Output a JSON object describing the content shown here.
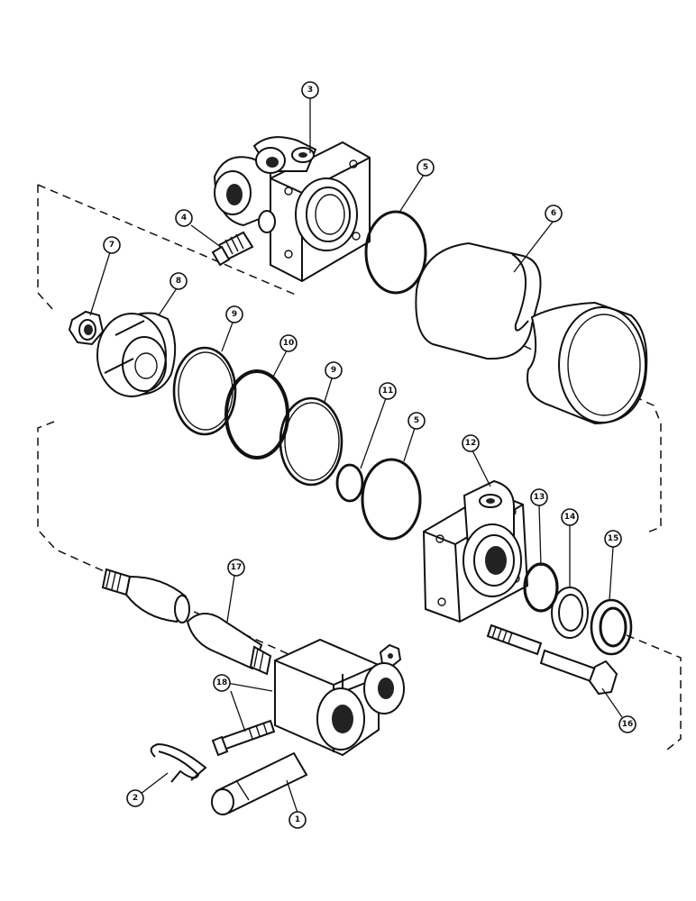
{
  "callouts": [
    {
      "id": "c1",
      "label": "1"
    },
    {
      "id": "c2",
      "label": "2"
    },
    {
      "id": "c3",
      "label": "3"
    },
    {
      "id": "c4",
      "label": "4"
    },
    {
      "id": "c5a",
      "label": "5"
    },
    {
      "id": "c5b",
      "label": "5"
    },
    {
      "id": "c6",
      "label": "6"
    },
    {
      "id": "c7",
      "label": "7"
    },
    {
      "id": "c8",
      "label": "8"
    },
    {
      "id": "c9a",
      "label": "9"
    },
    {
      "id": "c9b",
      "label": "9"
    },
    {
      "id": "c10",
      "label": "10"
    },
    {
      "id": "c11",
      "label": "11"
    },
    {
      "id": "c12",
      "label": "12"
    },
    {
      "id": "c13",
      "label": "13"
    },
    {
      "id": "c14",
      "label": "14"
    },
    {
      "id": "c15",
      "label": "15"
    },
    {
      "id": "c16",
      "label": "16"
    },
    {
      "id": "c17",
      "label": "17"
    },
    {
      "id": "c18",
      "label": "18"
    }
  ]
}
